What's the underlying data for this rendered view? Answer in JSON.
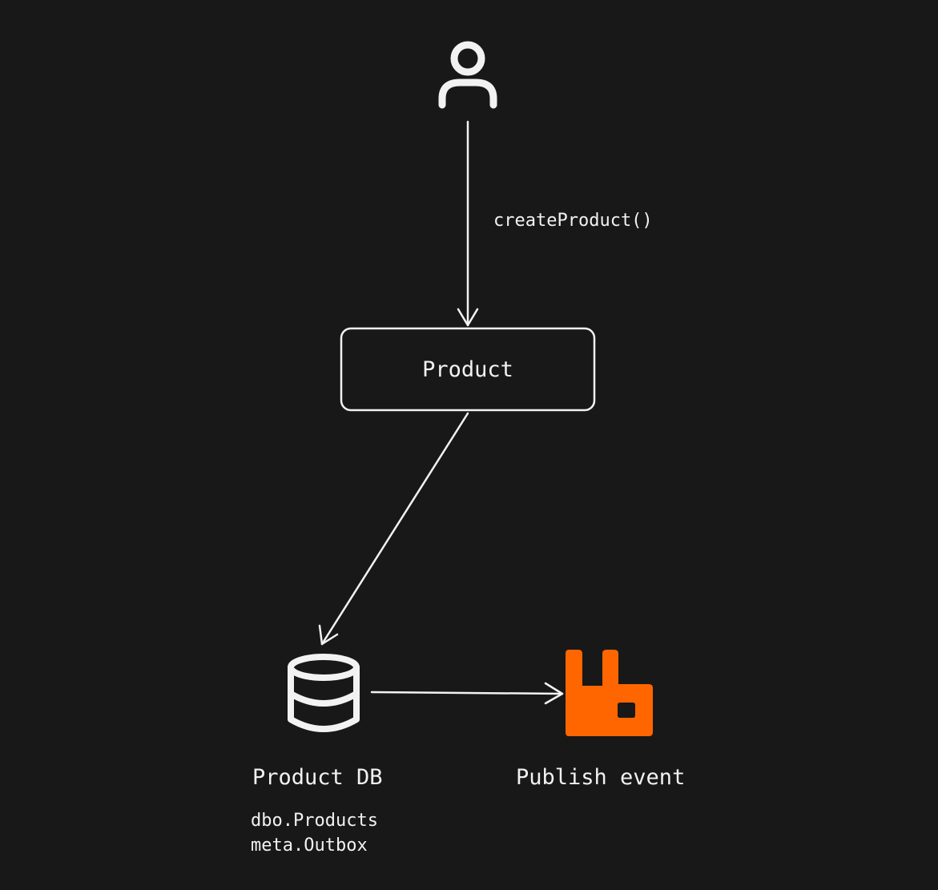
{
  "diagram": {
    "background": "#181818",
    "stroke_color": "#f2f2f2",
    "accent_color": "#ff6600",
    "actor": {
      "icon": "user-icon"
    },
    "edges": {
      "actor_to_product": {
        "label": "createProduct()"
      },
      "product_to_db": {
        "label": ""
      },
      "db_to_publish": {
        "label": ""
      }
    },
    "product_node": {
      "label": "Product"
    },
    "database": {
      "icon": "database-icon",
      "label": "Product DB",
      "tables": [
        "dbo.Products",
        "meta.Outbox"
      ]
    },
    "publisher": {
      "icon": "rabbitmq-icon",
      "label": "Publish event"
    }
  }
}
